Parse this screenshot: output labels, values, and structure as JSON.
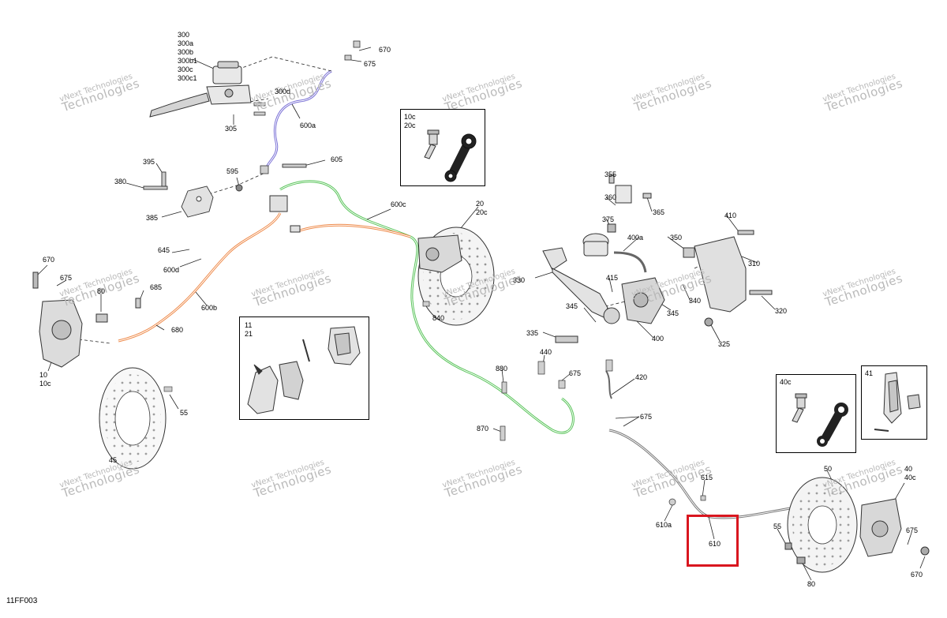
{
  "figure_ref": "11FF003",
  "watermark": {
    "line1": "vNext Technologies",
    "line2": "Technologies"
  },
  "colors": {
    "blue_line": "#7b72d6",
    "green_line": "#59c45a",
    "orange_line": "#ee8a4a",
    "highlight": "#d9161f",
    "part": "#5a5a5a"
  },
  "labels": {
    "l300": "300",
    "l300a": "300a",
    "l300b": "300b",
    "l300b1": "300b1",
    "l300c": "300c",
    "l300c1": "300c1",
    "l300d": "300d",
    "l305": "305",
    "l670a": "670",
    "l675a": "675",
    "l600a": "600a",
    "l395": "395",
    "l380": "380",
    "l385": "385",
    "l595": "595",
    "l605": "605",
    "l600c": "600c",
    "l20": "20",
    "l20c": "20c",
    "l645": "645",
    "l600d": "600d",
    "l600b": "600b",
    "l670b": "670",
    "l675b": "675",
    "l80a": "80",
    "l685": "685",
    "l680": "680",
    "l10": "10",
    "l10c": "10c",
    "l55a": "55",
    "l45": "45",
    "l330": "330",
    "l840": "840",
    "l355": "355",
    "l360": "360",
    "l365": "365",
    "l375": "375",
    "l400a": "400a",
    "l350": "350",
    "l410": "410",
    "l310": "310",
    "l415": "415",
    "l340": "340",
    "l345a": "345",
    "l345b": "345",
    "l320": "320",
    "l335": "335",
    "l400": "400",
    "l325": "325",
    "l440": "440",
    "l880": "880",
    "l675c": "675",
    "l420": "420",
    "l675d": "675",
    "l870": "870",
    "l615": "615",
    "l610a": "610a",
    "l610": "610",
    "l50": "50",
    "l40": "40",
    "l40c": "40c",
    "l55b": "55",
    "l675e": "675",
    "l670c": "670",
    "l80b": "80"
  },
  "insets": {
    "bleeder_front": {
      "l1": "10c",
      "l2": "20c"
    },
    "pads_front": {
      "l1": "11",
      "l2": "21"
    },
    "bleeder_rear": {
      "l1": "40c"
    },
    "pads_rear": {
      "l1": "41"
    }
  }
}
